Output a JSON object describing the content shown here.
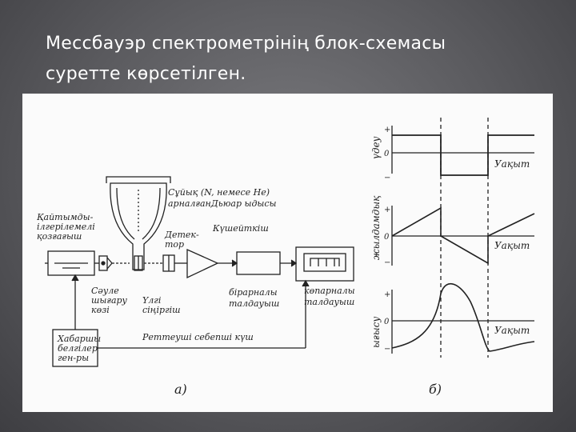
{
  "slide": {
    "title_line1": "Мессбауэр спектрометрінің блок-схемасы",
    "title_line2": "суретте көрсетілген."
  },
  "diagram_a": {
    "source_label_1": "Қайтымды-",
    "source_label_2": "ілгерілемелі",
    "source_label_3": "қозғағыш",
    "radiation_source_1": "Сәуле",
    "radiation_source_2": "шығару",
    "radiation_source_3": "көзі",
    "dewar_label_1": "Сұйық (N, немесе Не)",
    "dewar_label_2": "арналғанДьюар ыдысы",
    "detector_1": "Детек-",
    "detector_2": "тор",
    "amplifier": "Күшейткіш",
    "absorber_1": "Үлгі",
    "absorber_2": "сіңіргіш",
    "single_channel_1": "бірарналы",
    "single_channel_2": "талдауыш",
    "multi_channel_1": "көпарналы",
    "multi_channel_2": "талдауыш",
    "generator_1": "Хабаршы",
    "generator_2": "белгілер",
    "generator_3": "ген-ры",
    "sync_signal": "Реттеуші себепші күш",
    "caption": "а)"
  },
  "diagram_b": {
    "axis_1": "үдеу",
    "axis_2": "жылдамдық",
    "axis_3": "ығысу",
    "time_label": "Уақыт",
    "plus": "+",
    "zero": "0",
    "minus": "−",
    "caption": "б)"
  }
}
